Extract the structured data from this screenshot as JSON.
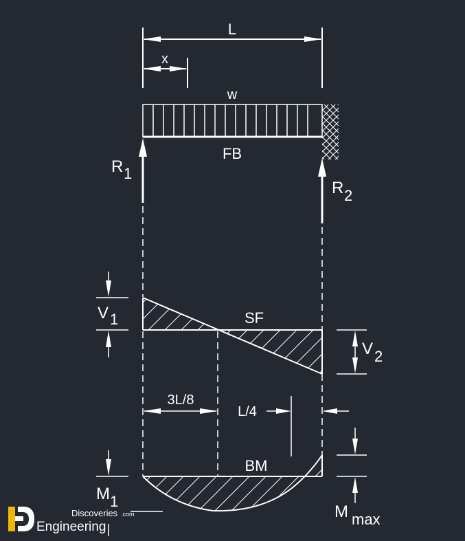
{
  "labels": {
    "span": "L",
    "position": "x",
    "load": "w",
    "free_body": "FB",
    "reaction_left": "R",
    "reaction_left_sub": "1",
    "reaction_right": "R",
    "reaction_right_sub": "2",
    "shear_left": "V",
    "shear_left_sub": "1",
    "shear_right": "V",
    "shear_right_sub": "2",
    "shear_force": "SF",
    "zero_shear_location": "3L/8",
    "quarter_span": "L/4",
    "bending_moment": "BM",
    "moment_left": "M",
    "moment_left_sub": "1",
    "moment_max": "M",
    "moment_max_sub": "max"
  },
  "logo": {
    "brand_top": "Discoveries",
    "brand_suffix": ".com",
    "brand_bottom": "Engineering"
  },
  "colors": {
    "background": "#232831",
    "lines": "#ffffff",
    "logo_accent": "#f2b705"
  }
}
